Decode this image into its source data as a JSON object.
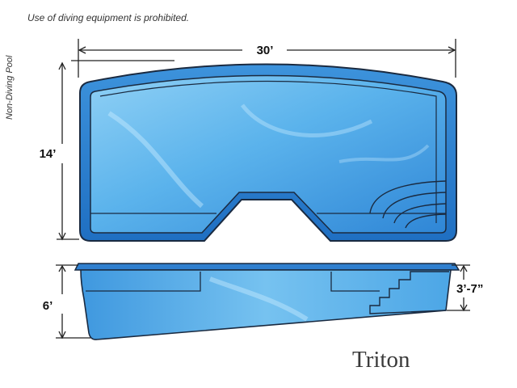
{
  "notice": "Use of diving equipment is prohibited.",
  "side_label": "Non-Diving Pool",
  "model_name": "Triton",
  "dimensions": {
    "length": "30’",
    "width": "14’",
    "deep_end_depth": "6’",
    "shallow_end_depth": "3’-7”"
  },
  "colors": {
    "water_light": "#8fd0f5",
    "water_mid": "#4aa6e6",
    "water_dark": "#1f73c7",
    "outline": "#1a2a40",
    "dimension_line": "#222222"
  }
}
